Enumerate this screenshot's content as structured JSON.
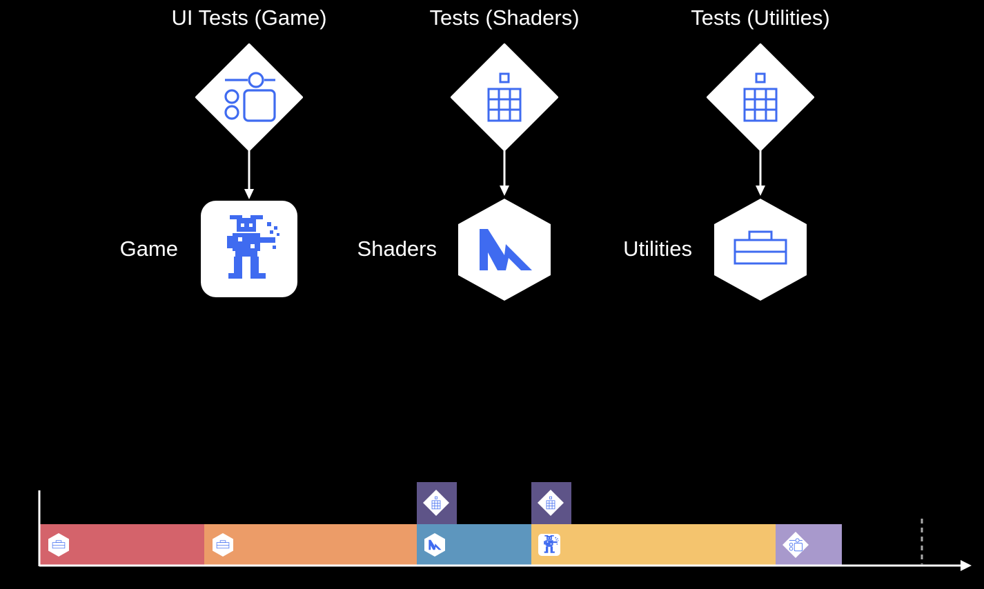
{
  "targets": {
    "ui_tests_game": {
      "label": "UI Tests (Game)",
      "kind": "ui-test-bundle-icon"
    },
    "tests_shaders": {
      "label": "Tests (Shaders)",
      "kind": "unit-test-bundle-icon"
    },
    "tests_utilities": {
      "label": "Tests (Utilities)",
      "kind": "unit-test-bundle-icon"
    },
    "game": {
      "label": "Game",
      "kind": "app-icon"
    },
    "shaders": {
      "label": "Shaders",
      "kind": "metal-library-icon"
    },
    "utilities": {
      "label": "Utilities",
      "kind": "framework-toolbox-icon"
    }
  },
  "timeline": {
    "segments": [
      {
        "target": "Utilities",
        "color": "#d4636b"
      },
      {
        "target": "Utilities",
        "color": "#ec9c68"
      },
      {
        "target": "Shaders",
        "color": "#5d96be"
      },
      {
        "target": "Game",
        "color": "#f4c46e"
      },
      {
        "target": "UI Tests (Game)",
        "color": "#a899cc"
      }
    ],
    "stacked": [
      {
        "target": "Tests (Shaders)",
        "color": "#5e5488"
      },
      {
        "target": "Tests (Utilities)",
        "color": "#5e5488"
      }
    ]
  },
  "colors": {
    "icon_blue": "#3f6bf0",
    "background": "#000000",
    "arrow": "#ffffff"
  }
}
